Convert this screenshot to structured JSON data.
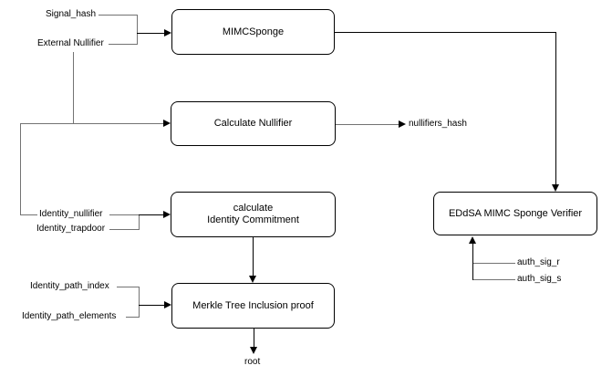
{
  "diagram": {
    "nodes": {
      "mimcsponge": {
        "label": "MIMCSponge"
      },
      "calculate_nullifier": {
        "label": "Calculate Nullifier"
      },
      "identity_commitment": {
        "line1": "calculate",
        "line2": "Identity Commitment"
      },
      "merkle": {
        "label": "Merkle Tree Inclusion proof"
      },
      "eddsa_verifier": {
        "label": "EDdSA MIMC Sponge Verifier"
      }
    },
    "inputs": {
      "signal_hash": "Signal_hash",
      "external_nullifier": "External Nullifier",
      "identity_nullifier": "Identity_nullifier",
      "identity_trapdoor": "Identity_trapdoor",
      "identity_path_index": "Identity_path_index",
      "identity_path_elements": "Identity_path_elements",
      "auth_sig_r": "auth_sig_r",
      "auth_sig_s": "auth_sig_s"
    },
    "outputs": {
      "nullifiers_hash": "nullifiers_hash",
      "root": "root"
    },
    "colors": {
      "background": "#ffffff",
      "node_fill": "#ffffff",
      "node_border": "#000000",
      "connector_gray": "#737373",
      "arrow_black": "#000000"
    }
  }
}
